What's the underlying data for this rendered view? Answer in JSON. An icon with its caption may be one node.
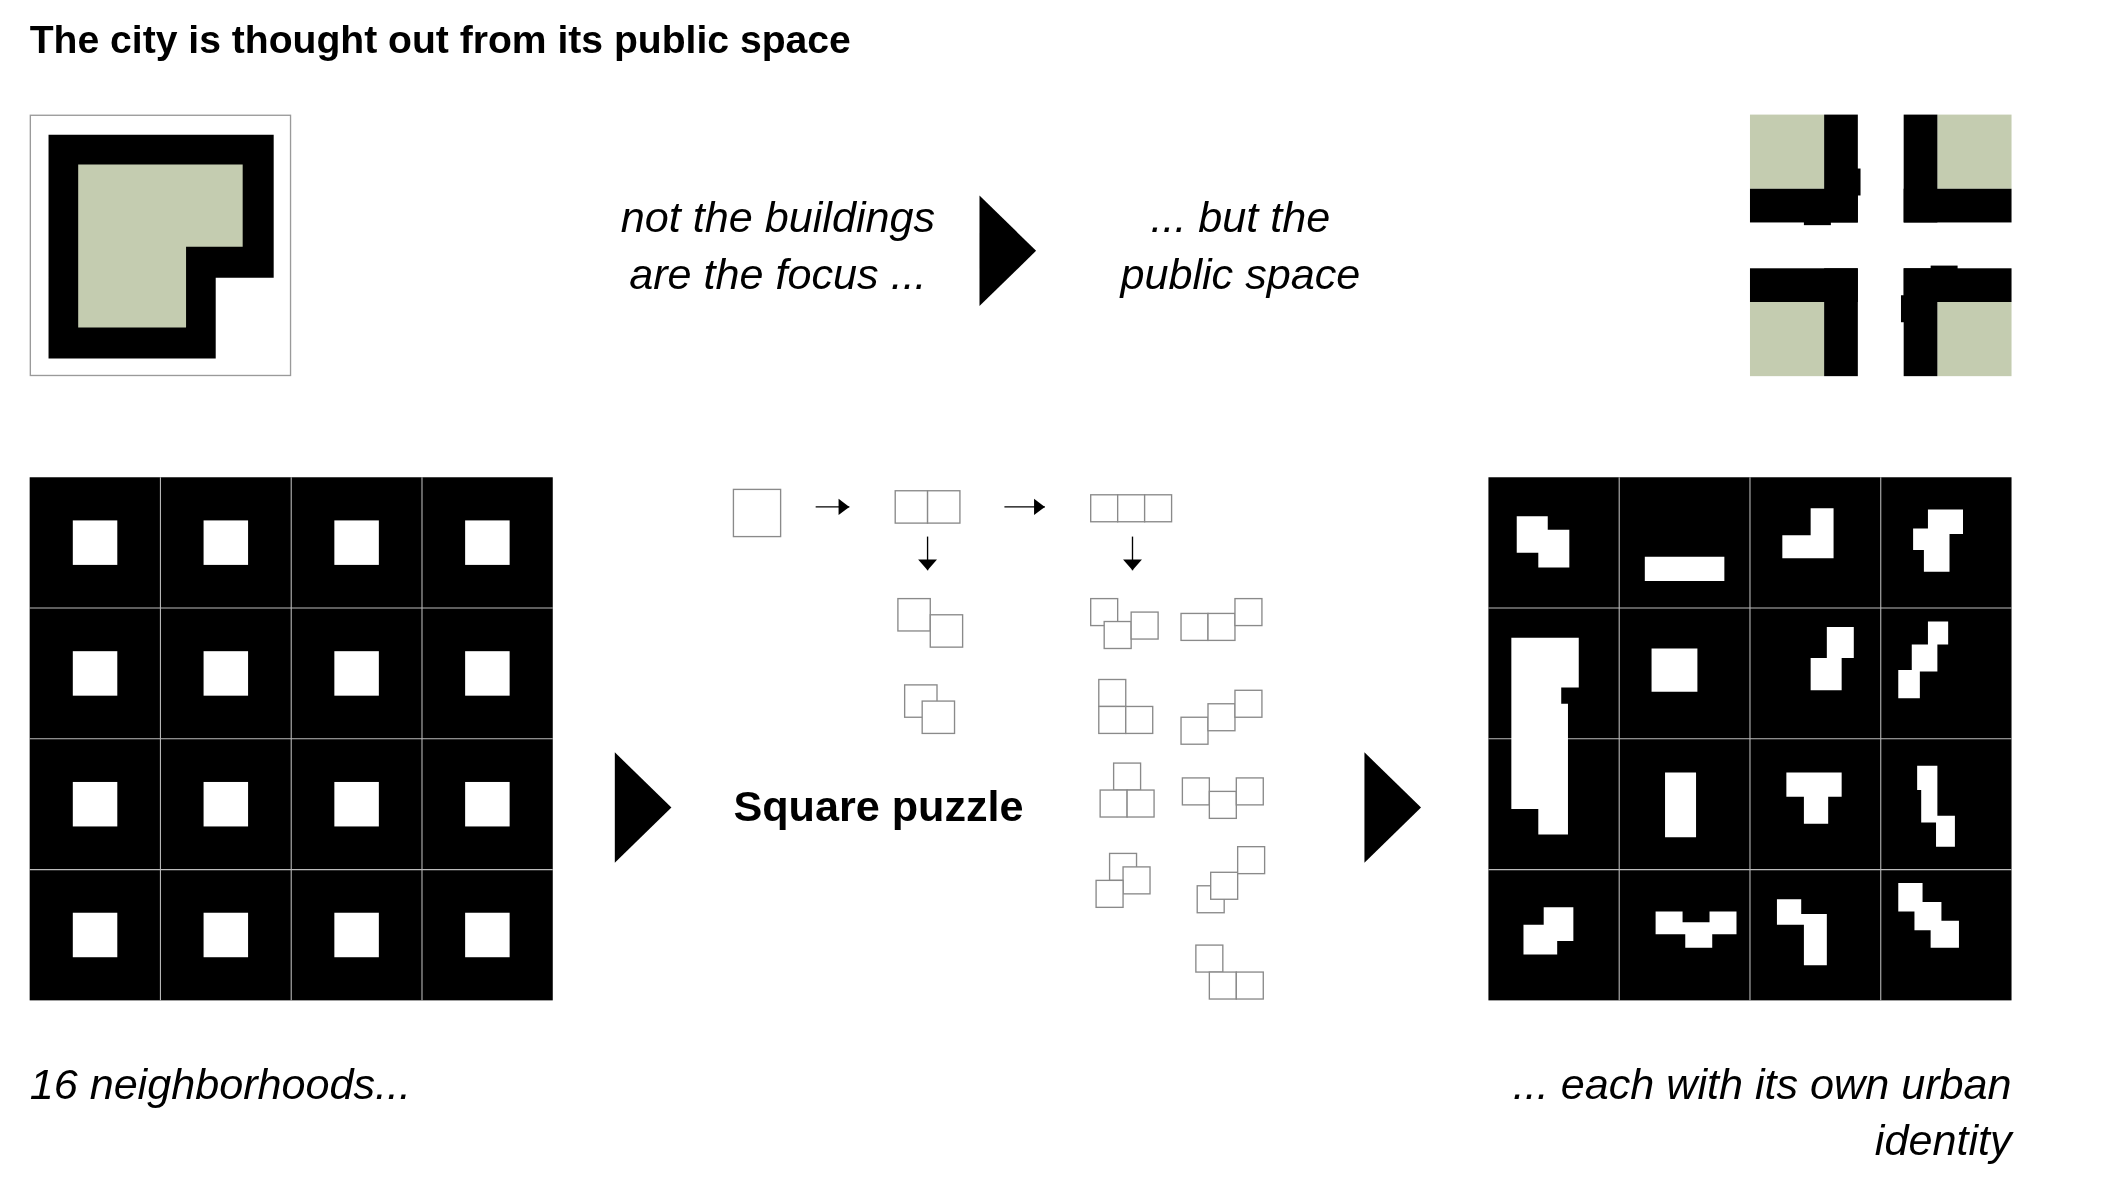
{
  "diagram": {
    "title": "The city is thought out from its public space",
    "nodes": [
      {
        "text": [],
        "shape": "picture"
      },
      {
        "text": [
          "not the buildings are the focus ..."
        ]
      },
      {
        "text": [
          "... but the public space"
        ]
      },
      {
        "text": [],
        "shape": "picture"
      },
      {
        "text": [],
        "shape": "picture",
        "beside": [
          "16 neighborhoods..."
        ]
      },
      {
        "text": [
          "Square puzzle"
        ]
      },
      {
        "text": [],
        "shape": "picture",
        "beside": [
          "... each with its own urban identity"
        ]
      }
    ],
    "edges": [
      {
        "from": 1,
        "to": 2,
        "arrow": "to"
      },
      {
        "from": 4,
        "to": 5,
        "arrow": "to"
      },
      {
        "from": 5,
        "to": 6,
        "arrow": "to"
      }
    ]
  }
}
